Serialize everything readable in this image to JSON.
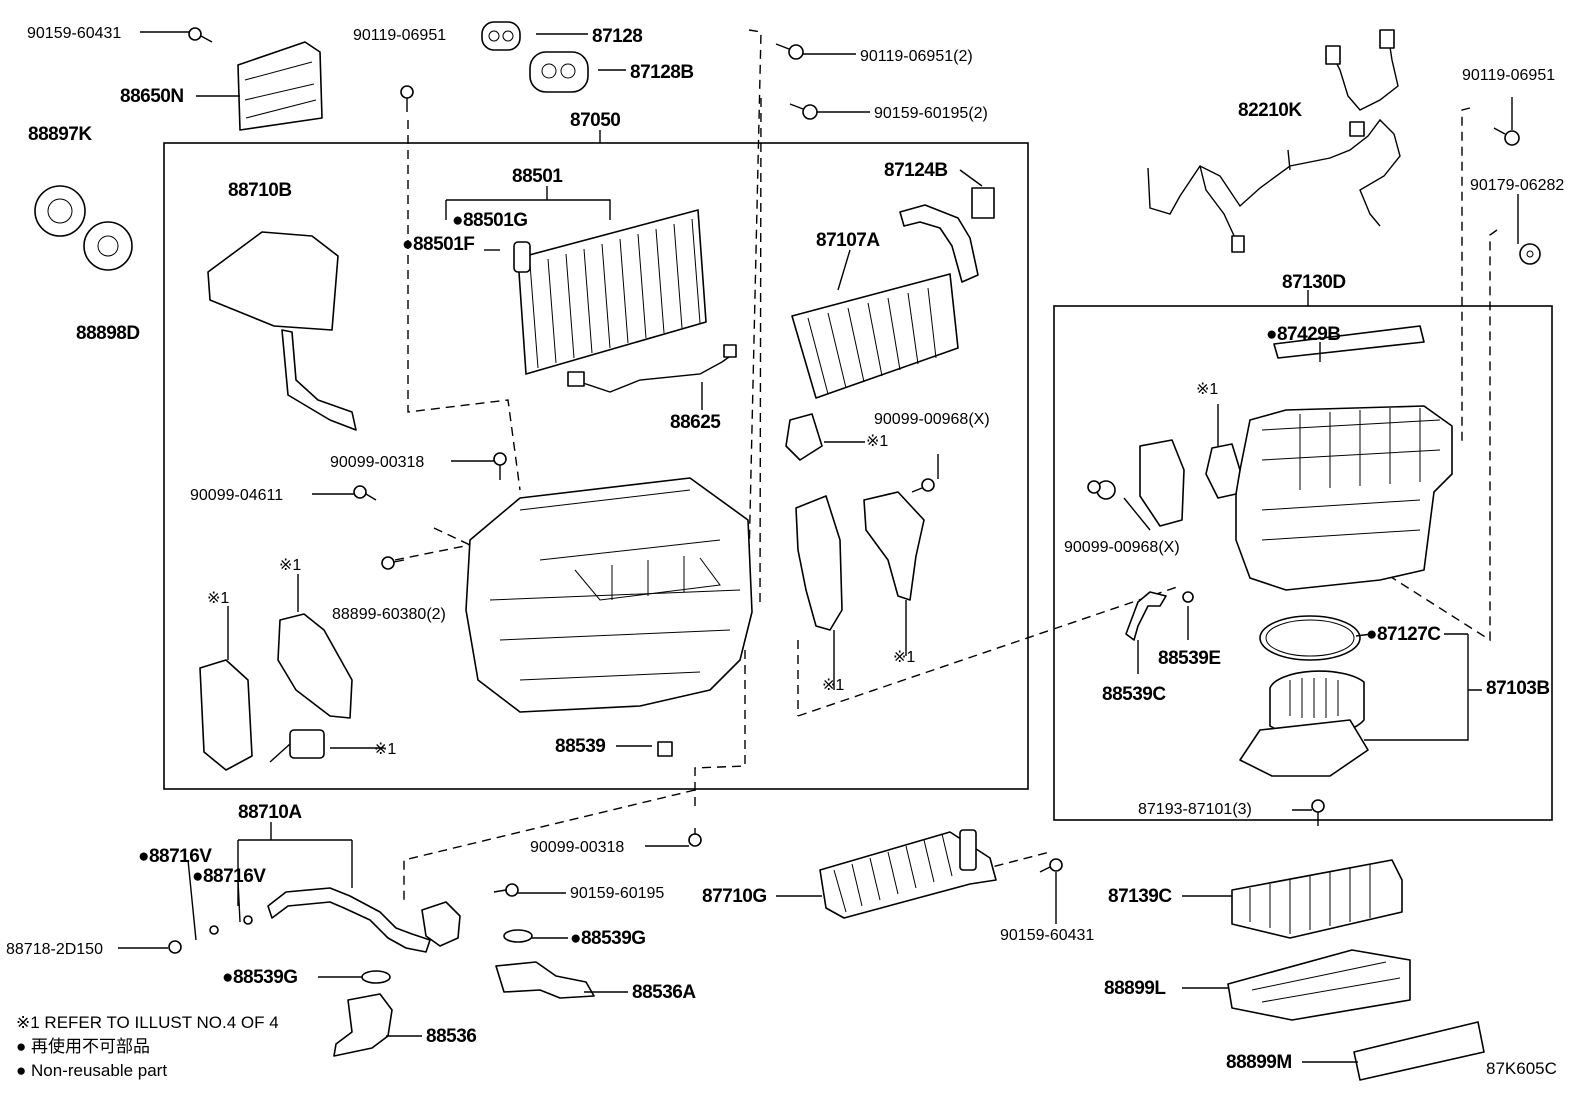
{
  "diagram_code": "87K605C",
  "notes": {
    "refer": "※1 REFER TO ILLUST NO.4 OF 4",
    "nonreusable_jp": "● 再使用不可部品",
    "nonreusable_en": "● Non-reusable part"
  },
  "parts": {
    "p90159_60431_a": "90159-60431",
    "p88650N": "88650N",
    "p88897K": "88897K",
    "p88898D": "88898D",
    "p90119_06951_a": "90119-06951",
    "p87128": "87128",
    "p87128B": "87128B",
    "p87050": "87050",
    "p90119_06951_2": "90119-06951(2)",
    "p90159_60195_2": "90159-60195(2)",
    "p88501": "88501",
    "p88501G": "●88501G",
    "p88501F": "●88501F",
    "p88710B": "88710B",
    "p87124B": "87124B",
    "p87107A": "87107A",
    "p88625": "88625",
    "p90099_00318_a": "90099-00318",
    "p90099_04611": "90099-04611",
    "p88899_60380": "88899-60380(2)",
    "p90099_00968_a": "90099-00968(X)",
    "p88539": "88539",
    "p82210K": "82210K",
    "p90119_06951_b": "90119-06951",
    "p90179_06282": "90179-06282",
    "p87130D": "87130D",
    "p87429B": "●87429B",
    "p90099_00968_b": "90099-00968(X)",
    "p88539E": "88539E",
    "p88539C": "88539C",
    "p87127C": "●87127C",
    "p87103B": "87103B",
    "p87193": "87193-87101(3)",
    "p88710A": "88710A",
    "p88716V_a": "●88716V",
    "p88716V_b": "●88716V",
    "p88718": "88718-2D150",
    "p90099_00318_b": "90099-00318",
    "p90159_60195": "90159-60195",
    "p87710G": "87710G",
    "p90159_60431_b": "90159-60431",
    "p87139C": "87139C",
    "p88539G_a": "●88539G",
    "p88539G_b": "●88539G",
    "p88536A": "88536A",
    "p88536": "88536",
    "p88899L": "88899L",
    "p88899M": "88899M",
    "ref1_a": "※1",
    "ref1_b": "※1",
    "ref1_c": "※1",
    "ref1_d": "※1",
    "ref1_e": "※1",
    "ref1_f": "※1",
    "ref1_g": "※1",
    "ref1_h": "※1"
  }
}
